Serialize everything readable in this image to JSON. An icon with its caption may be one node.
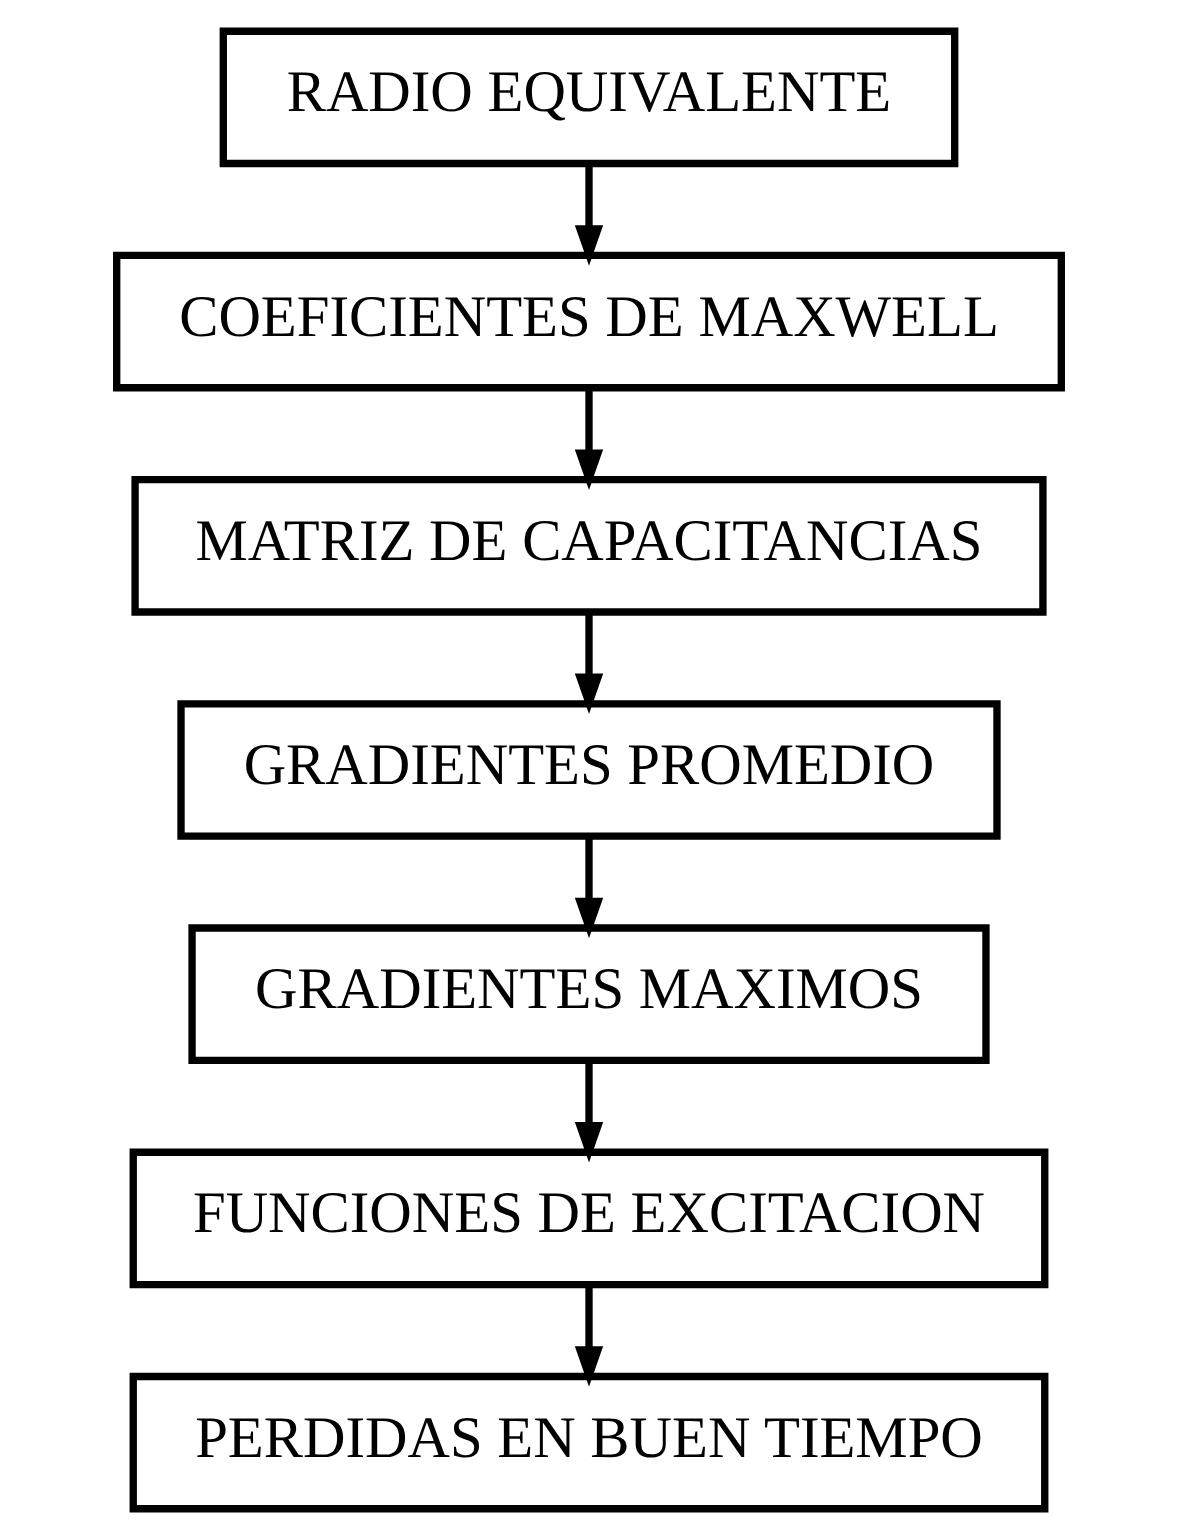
{
  "diagram": {
    "nodes": [
      {
        "text": [
          "RADIO EQUIVALENTE"
        ]
      },
      {
        "text": [
          "COEFICIENTES DE MAXWELL"
        ]
      },
      {
        "text": [
          "MATRIZ DE CAPACITANCIAS"
        ]
      },
      {
        "text": [
          "GRADIENTES PROMEDIO"
        ]
      },
      {
        "text": [
          "GRADIENTES MAXIMOS"
        ]
      },
      {
        "text": [
          "FUNCIONES DE EXCITACION"
        ]
      },
      {
        "text": [
          "PERDIDAS EN BUEN TIEMPO"
        ]
      }
    ],
    "edges": [
      {
        "from": 0,
        "to": 1,
        "arrow": "to"
      },
      {
        "from": 1,
        "to": 2,
        "arrow": "to"
      },
      {
        "from": 2,
        "to": 3,
        "arrow": "to"
      },
      {
        "from": 3,
        "to": 4,
        "arrow": "to"
      },
      {
        "from": 4,
        "to": 5,
        "arrow": "to"
      },
      {
        "from": 5,
        "to": 6,
        "arrow": "to"
      }
    ]
  }
}
